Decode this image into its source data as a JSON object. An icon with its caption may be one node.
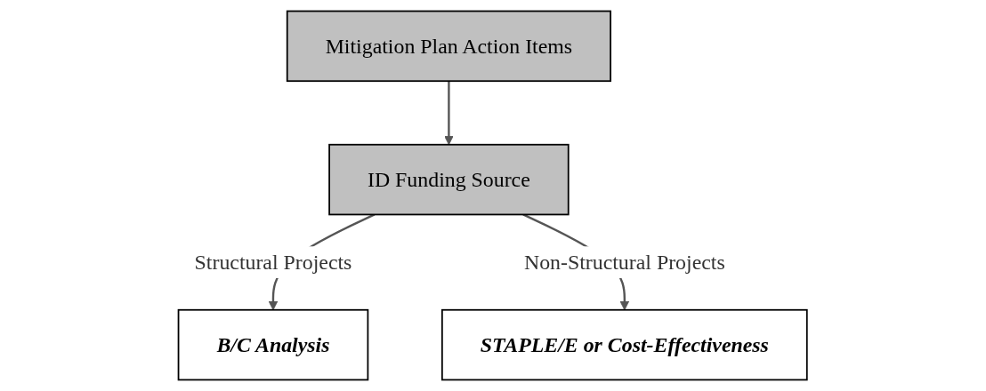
{
  "diagram": {
    "nodes": [
      {
        "text": [
          "Mitigation Plan Action Items"
        ]
      },
      {
        "text": [
          "ID Funding Source"
        ]
      },
      {
        "text": [
          "B/C Analysis"
        ]
      },
      {
        "text": [
          "STAPLE/E or Cost-Effectiveness"
        ]
      }
    ],
    "edges": [
      {
        "from": 0,
        "to": 1,
        "arrow": "to"
      },
      {
        "from": 1,
        "to": 2,
        "arrow": "to",
        "label": "Structural Projects"
      },
      {
        "from": 1,
        "to": 3,
        "arrow": "to",
        "label": "Non-Structural Projects"
      }
    ]
  }
}
